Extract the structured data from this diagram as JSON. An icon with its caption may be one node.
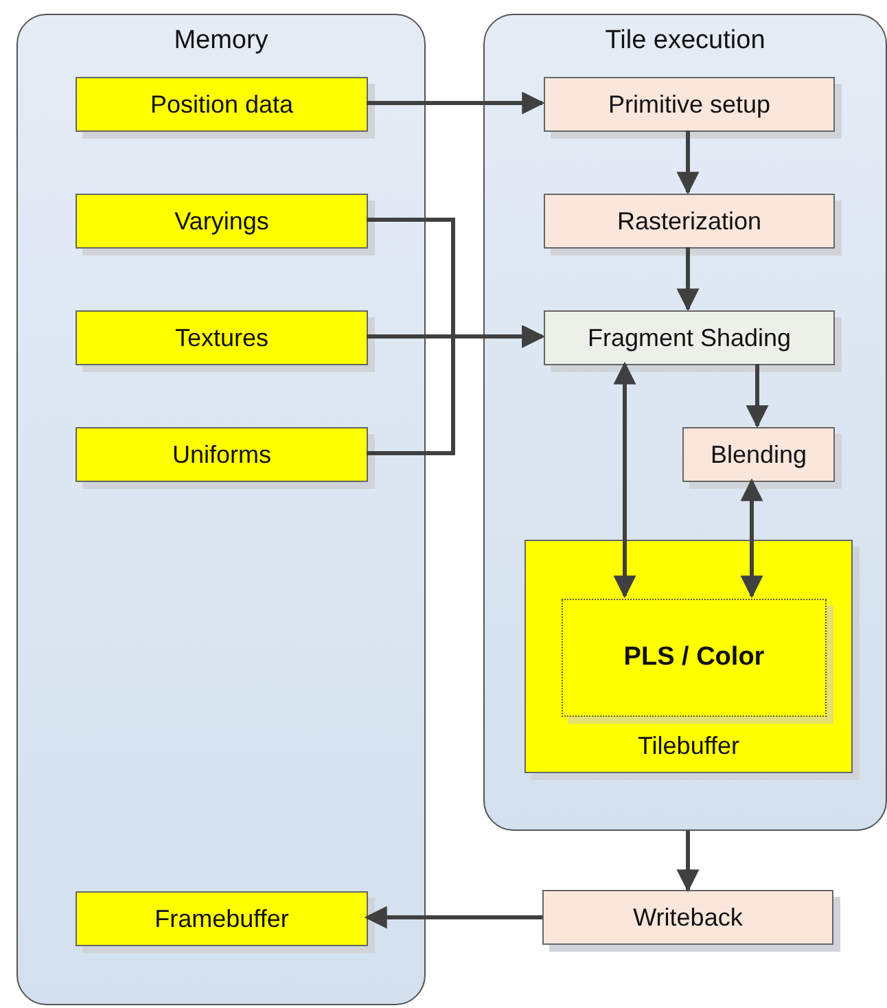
{
  "diagram": {
    "nodes": [
      {
        "text": [
          "Memory"
        ]
      },
      {
        "text": [
          "Position data"
        ],
        "in": 0
      },
      {
        "text": [
          "Varyings"
        ],
        "in": 0
      },
      {
        "text": [
          "Textures"
        ],
        "in": 0
      },
      {
        "text": [
          "Uniforms"
        ],
        "in": 0
      },
      {
        "text": [
          "Framebuffer"
        ],
        "in": 0
      },
      {
        "text": [
          "Tile execution"
        ]
      },
      {
        "text": [
          "Primitive setup"
        ],
        "in": 6
      },
      {
        "text": [
          "Rasterization"
        ],
        "in": 6
      },
      {
        "text": [
          "Fragment Shading"
        ],
        "in": 6
      },
      {
        "text": [
          "Blending"
        ],
        "in": 6
      },
      {
        "text": [
          "Tilebuffer"
        ],
        "in": 6
      },
      {
        "text": [
          "PLS / Color"
        ],
        "in": 11
      },
      {
        "text": [
          "Writeback"
        ]
      }
    ],
    "edges": [
      {
        "from": 1,
        "to": 7,
        "arrow": "to"
      },
      {
        "from": 2,
        "to": 9,
        "arrow": "to"
      },
      {
        "from": 3,
        "to": 9,
        "arrow": "to"
      },
      {
        "from": 4,
        "to": 9,
        "arrow": "to"
      },
      {
        "from": 7,
        "to": 8,
        "arrow": "to"
      },
      {
        "from": 8,
        "to": 9,
        "arrow": "to"
      },
      {
        "from": 9,
        "to": 10,
        "arrow": "to"
      },
      {
        "from": 9,
        "to": 12,
        "arrow": "both"
      },
      {
        "from": 10,
        "to": 12,
        "arrow": "both"
      },
      {
        "from": 6,
        "to": 13,
        "arrow": "to"
      },
      {
        "from": 13,
        "to": 5,
        "arrow": "to"
      }
    ]
  }
}
